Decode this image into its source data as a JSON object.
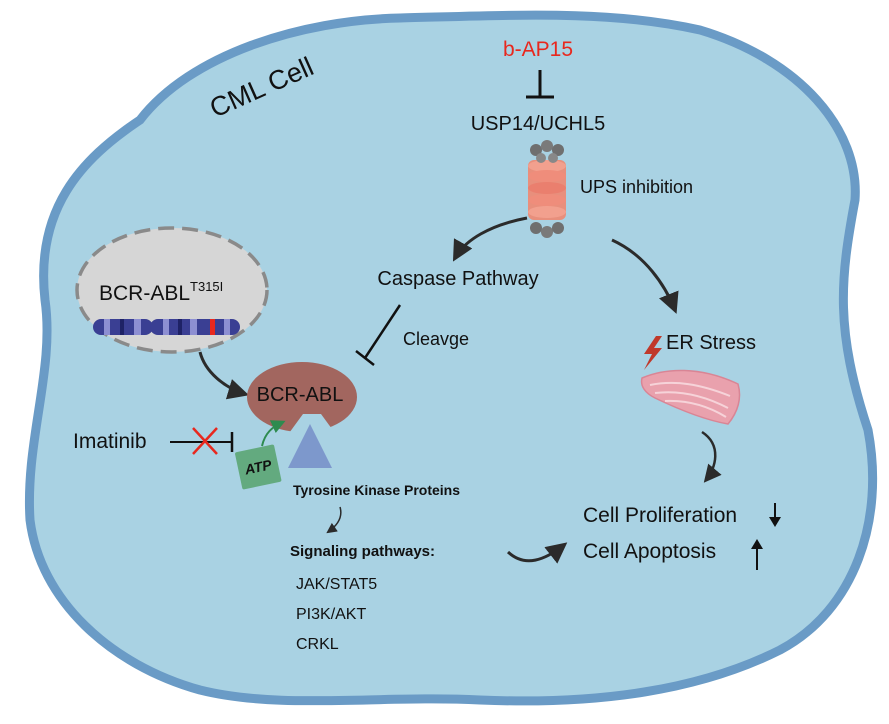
{
  "cell_label": "CML Cell",
  "inhibitor": {
    "name": "b-AP15",
    "color": "#e8281e"
  },
  "target": "USP14/UCHL5",
  "ups_label": "UPS inhibition",
  "caspase_label": "Caspase Pathway",
  "cleavage_label": "Cleavge",
  "er_stress_label": "ER Stress",
  "nucleus": {
    "gene": "BCR-ABL",
    "mutation": "T315I"
  },
  "kinase_label": "BCR-ABL",
  "drug_label": "Imatinib",
  "atp_label": "ATP",
  "tkp_label": "Tyrosine Kinase Proteins",
  "signaling": {
    "title": "Signaling pathways:",
    "items": [
      "JAK/STAT5",
      "PI3K/AKT",
      "CRKL"
    ]
  },
  "outcomes": [
    {
      "label": "Cell Proliferation",
      "direction": "down"
    },
    {
      "label": "Cell Apoptosis",
      "direction": "up"
    }
  ],
  "colors": {
    "cell_fill": "#a9d2e3",
    "cell_border": "#6a9bc6",
    "kinase": "#a2665f",
    "substrate": "#7d98cc",
    "atp": "#63aa7f",
    "inhibit_x": "#e8281e",
    "er": "#e9a1ad"
  }
}
